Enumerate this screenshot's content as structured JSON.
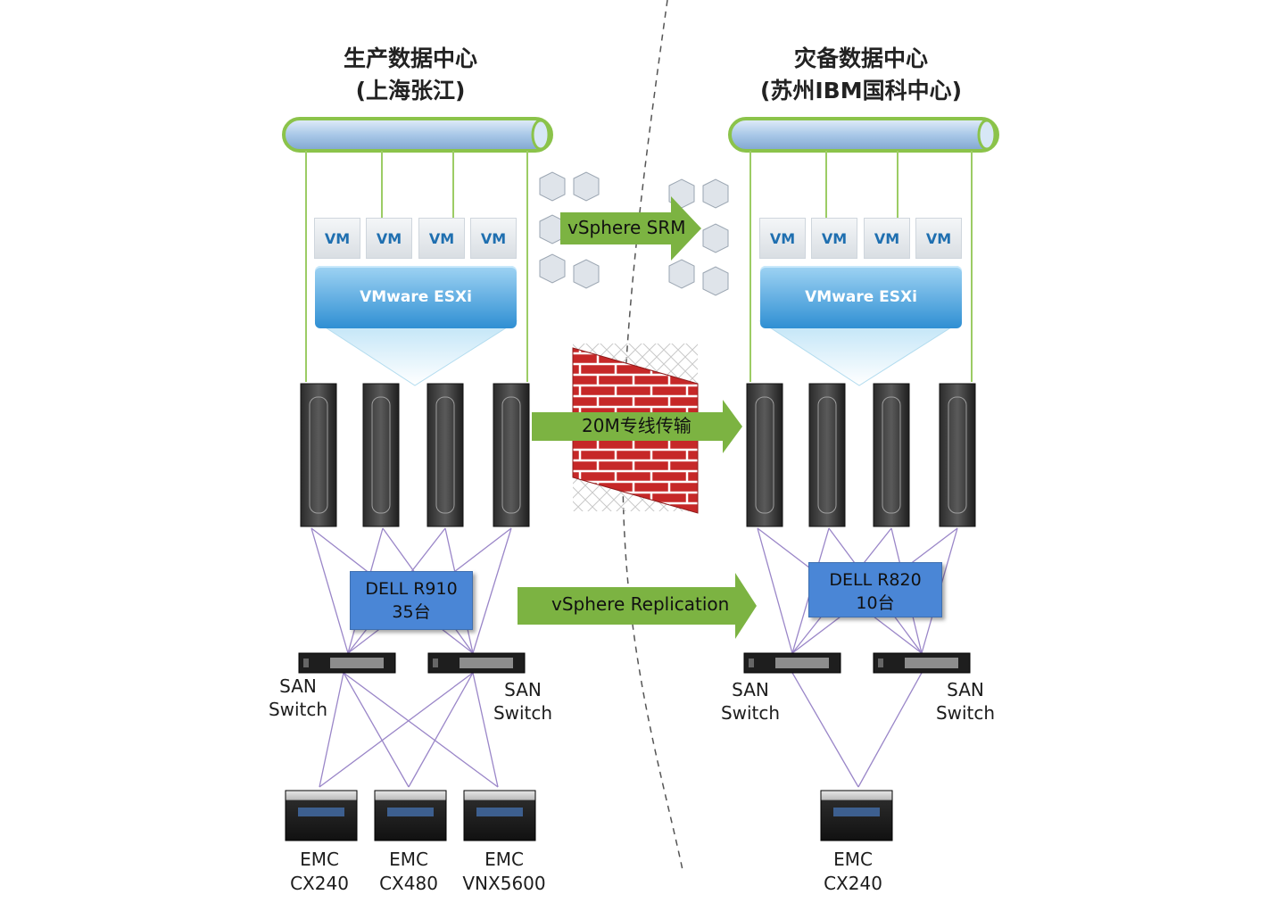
{
  "left": {
    "title_line1": "生产数据中心",
    "title_line2": "(上海张江)",
    "vm_labels": [
      "VM",
      "VM",
      "VM",
      "VM"
    ],
    "hypervisor": "VMware ESXi",
    "server_line1": "DELL R910",
    "server_line2": "35台",
    "switch_left_line1": "SAN",
    "switch_left_line2": "Switch",
    "switch_right_line1": "SAN",
    "switch_right_line2": "Switch",
    "storage": [
      {
        "line1": "EMC",
        "line2": "CX240"
      },
      {
        "line1": "EMC",
        "line2": "CX480"
      },
      {
        "line1": "EMC",
        "line2": "VNX5600"
      }
    ]
  },
  "right": {
    "title_line1": "灾备数据中心",
    "title_line2": "(苏州IBM国科中心)",
    "vm_labels": [
      "VM",
      "VM",
      "VM",
      "VM"
    ],
    "hypervisor": "VMware ESXi",
    "server_line1": "DELL R820",
    "server_line2": "10台",
    "switch_left_line1": "SAN",
    "switch_left_line2": "Switch",
    "switch_right_line1": "SAN",
    "switch_right_line2": "Switch",
    "storage": [
      {
        "line1": "EMC",
        "line2": "CX240"
      }
    ]
  },
  "links": {
    "srm": "vSphere SRM",
    "line": "20M专线传输",
    "replication": "vSphere Replication"
  },
  "colors": {
    "pipe_border": "#8bc34a",
    "pipe_fill": "#b9d5ee",
    "arrow": "#7cb342",
    "connector_green": "#9ccc65",
    "connector_purple": "#9a86c8",
    "dell_box": "#4a86d6",
    "firewall": "#d32f2f"
  }
}
